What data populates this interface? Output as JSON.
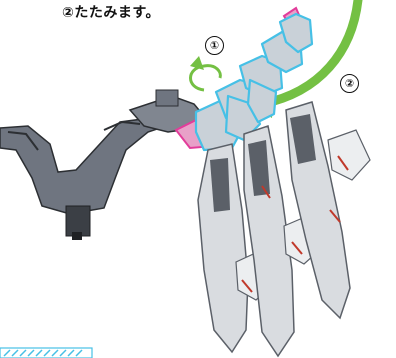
{
  "instruction": {
    "caption": "②たたみます。"
  },
  "steps": [
    {
      "label": "①"
    },
    {
      "label": "②"
    }
  ],
  "colors": {
    "arrow_green": "#74c043",
    "highlight_cyan": "#46c0e6",
    "highlight_magenta": "#e23c9a",
    "frame_gray": "#6f7580",
    "wing_light": "#d9dce0",
    "accent_red": "#c0392b"
  }
}
